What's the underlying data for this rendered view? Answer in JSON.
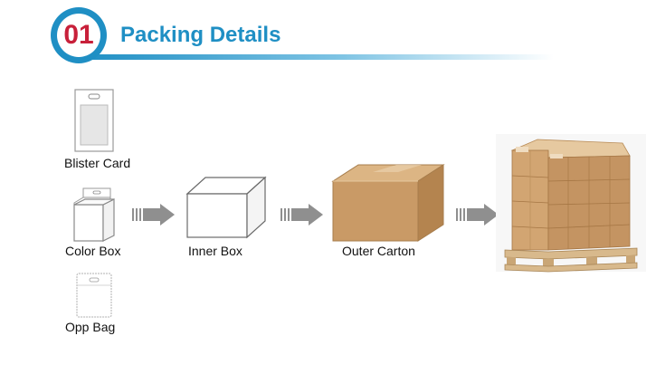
{
  "header": {
    "number": "01",
    "title": "Packing Details"
  },
  "items": {
    "blister_card": "Blister Card",
    "color_box": "Color Box",
    "opp_bag": "Opp Bag",
    "inner_box": "Inner Box",
    "outer_carton": "Outer Carton"
  },
  "colors": {
    "accent_blue": "#1f8fc4",
    "number_red": "#c8203a",
    "carton_brown": "#c99a66",
    "arrow_gray": "#8f8f8f"
  }
}
